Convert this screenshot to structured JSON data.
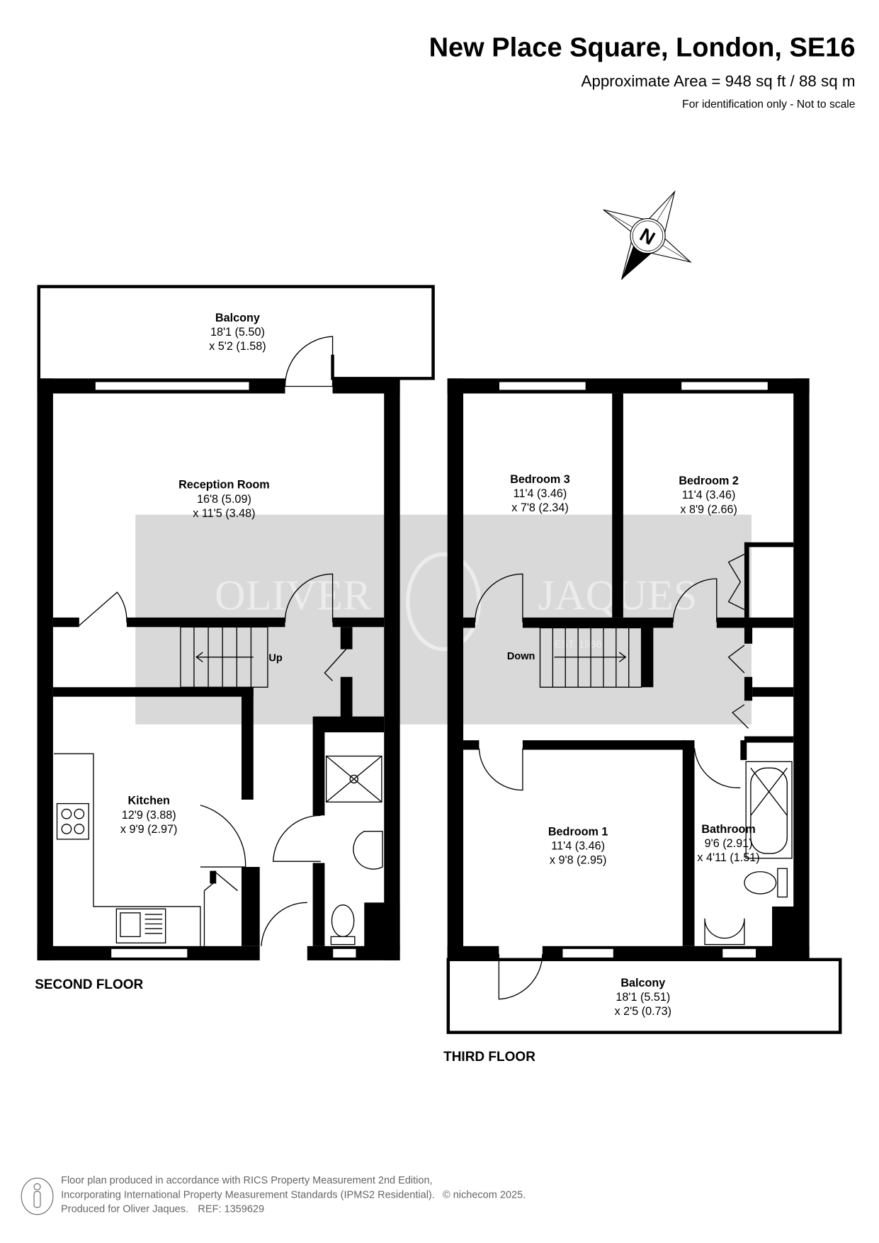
{
  "header": {
    "title": "New Place Square, London, SE16",
    "area": "Approximate Area = 948 sq ft / 88 sq m",
    "disclaimer": "For identification only - Not to scale"
  },
  "compass": {
    "letter": "N"
  },
  "watermark": {
    "name_left": "OLIVER",
    "name_right": "JAQUES",
    "est": "EST. 1986"
  },
  "second_floor": {
    "label": "SECOND FLOOR",
    "rooms": [
      {
        "name": "Balcony",
        "dim1": "18'1 (5.50)",
        "dim2": "x 5'2 (1.58)"
      },
      {
        "name": "Reception Room",
        "dim1": "16'8 (5.09)",
        "dim2": "x 11'5 (3.48)"
      },
      {
        "name": "Kitchen",
        "dim1": "12'9 (3.88)",
        "dim2": "x 9'9 (2.97)"
      }
    ],
    "stairs_label": "Up"
  },
  "third_floor": {
    "label": "THIRD FLOOR",
    "rooms": [
      {
        "name": "Bedroom 3",
        "dim1": "11'4 (3.46)",
        "dim2": "x 7'8 (2.34)"
      },
      {
        "name": "Bedroom 2",
        "dim1": "11'4 (3.46)",
        "dim2": "x 8'9 (2.66)"
      },
      {
        "name": "Bedroom 1",
        "dim1": "11'4 (3.46)",
        "dim2": "x 9'8 (2.95)"
      },
      {
        "name": "Bathroom",
        "dim1": "9'6 (2.91)",
        "dim2": "x 4'11 (1.51)"
      },
      {
        "name": "Balcony",
        "dim1": "18'1 (5.51)",
        "dim2": "x 2'5 (0.73)"
      }
    ],
    "stairs_label": "Down"
  },
  "footer": {
    "line1": "Floor plan produced in accordance with RICS Property Measurement 2nd Edition,",
    "line2": "Incorporating International Property Measurement Standards (IPMS2 Residential).",
    "copyright": "© nichecom 2025.",
    "line3": "Produced for Oliver Jaques.",
    "ref": "REF: 1359629"
  }
}
